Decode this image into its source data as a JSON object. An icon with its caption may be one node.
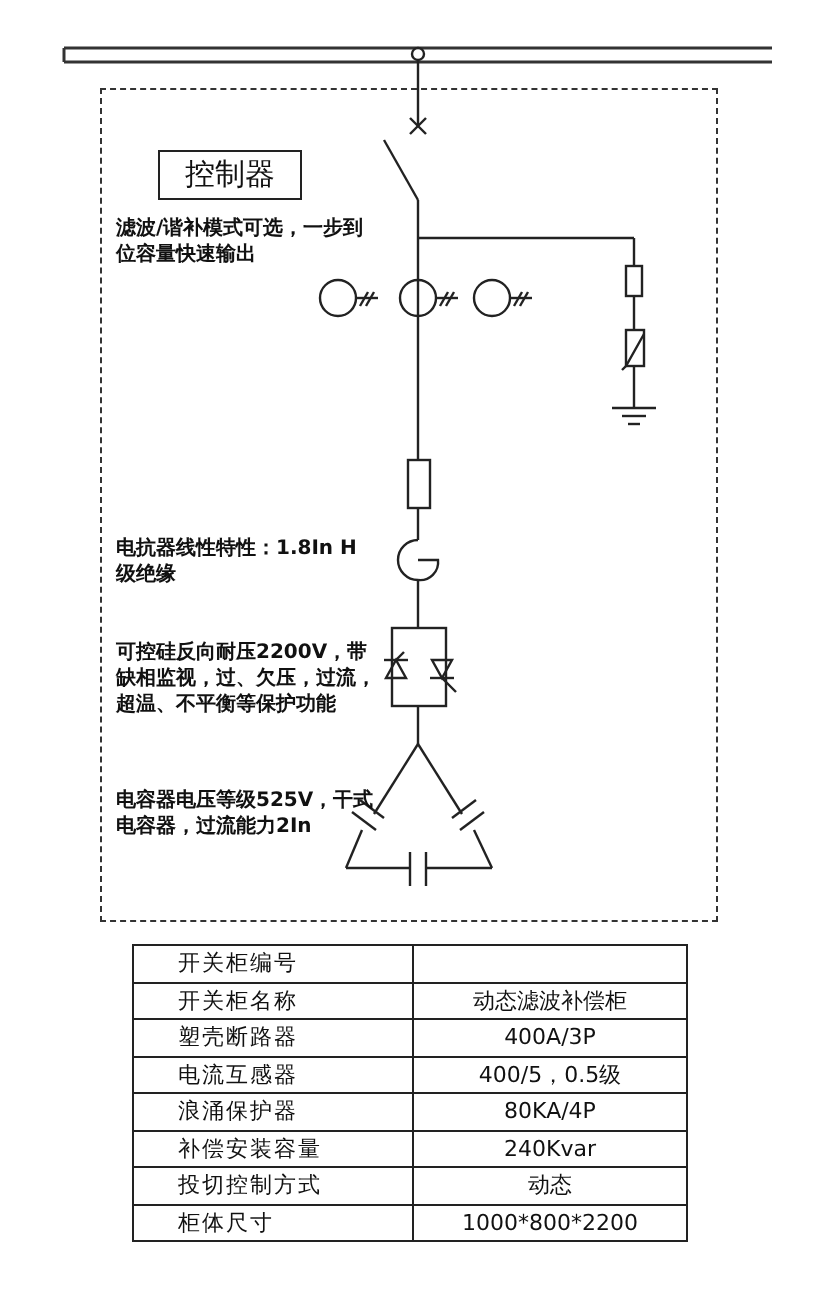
{
  "diagram": {
    "nodes": [
      {
        "text": [],
        "shape": "box"
      },
      {
        "text": [
          "控制器"
        ],
        "in": 0
      }
    ],
    "labels": [
      "滤波/谐补模式可选，一步到位容量快速输出",
      "电抗器线性特性：1.8In H级绝缘",
      "可控硅反向耐压2200V，带缺相监视，过、欠压，过流，超温、不平衡等保护功能",
      "电容器电压等级525V，干式电容器，过流能力2In",
      "开关柜编号",
      "开关柜名称",
      "动态滤波补偿柜",
      "塑壳断路器",
      "400A/3P",
      "电流互感器",
      "400/5，0.5级",
      "浪涌保护器",
      "80KA/4P",
      "补偿安装容量",
      "240Kvar",
      "投切控制方式",
      "动态",
      "柜体尺寸",
      "1000*800*2200"
    ]
  }
}
